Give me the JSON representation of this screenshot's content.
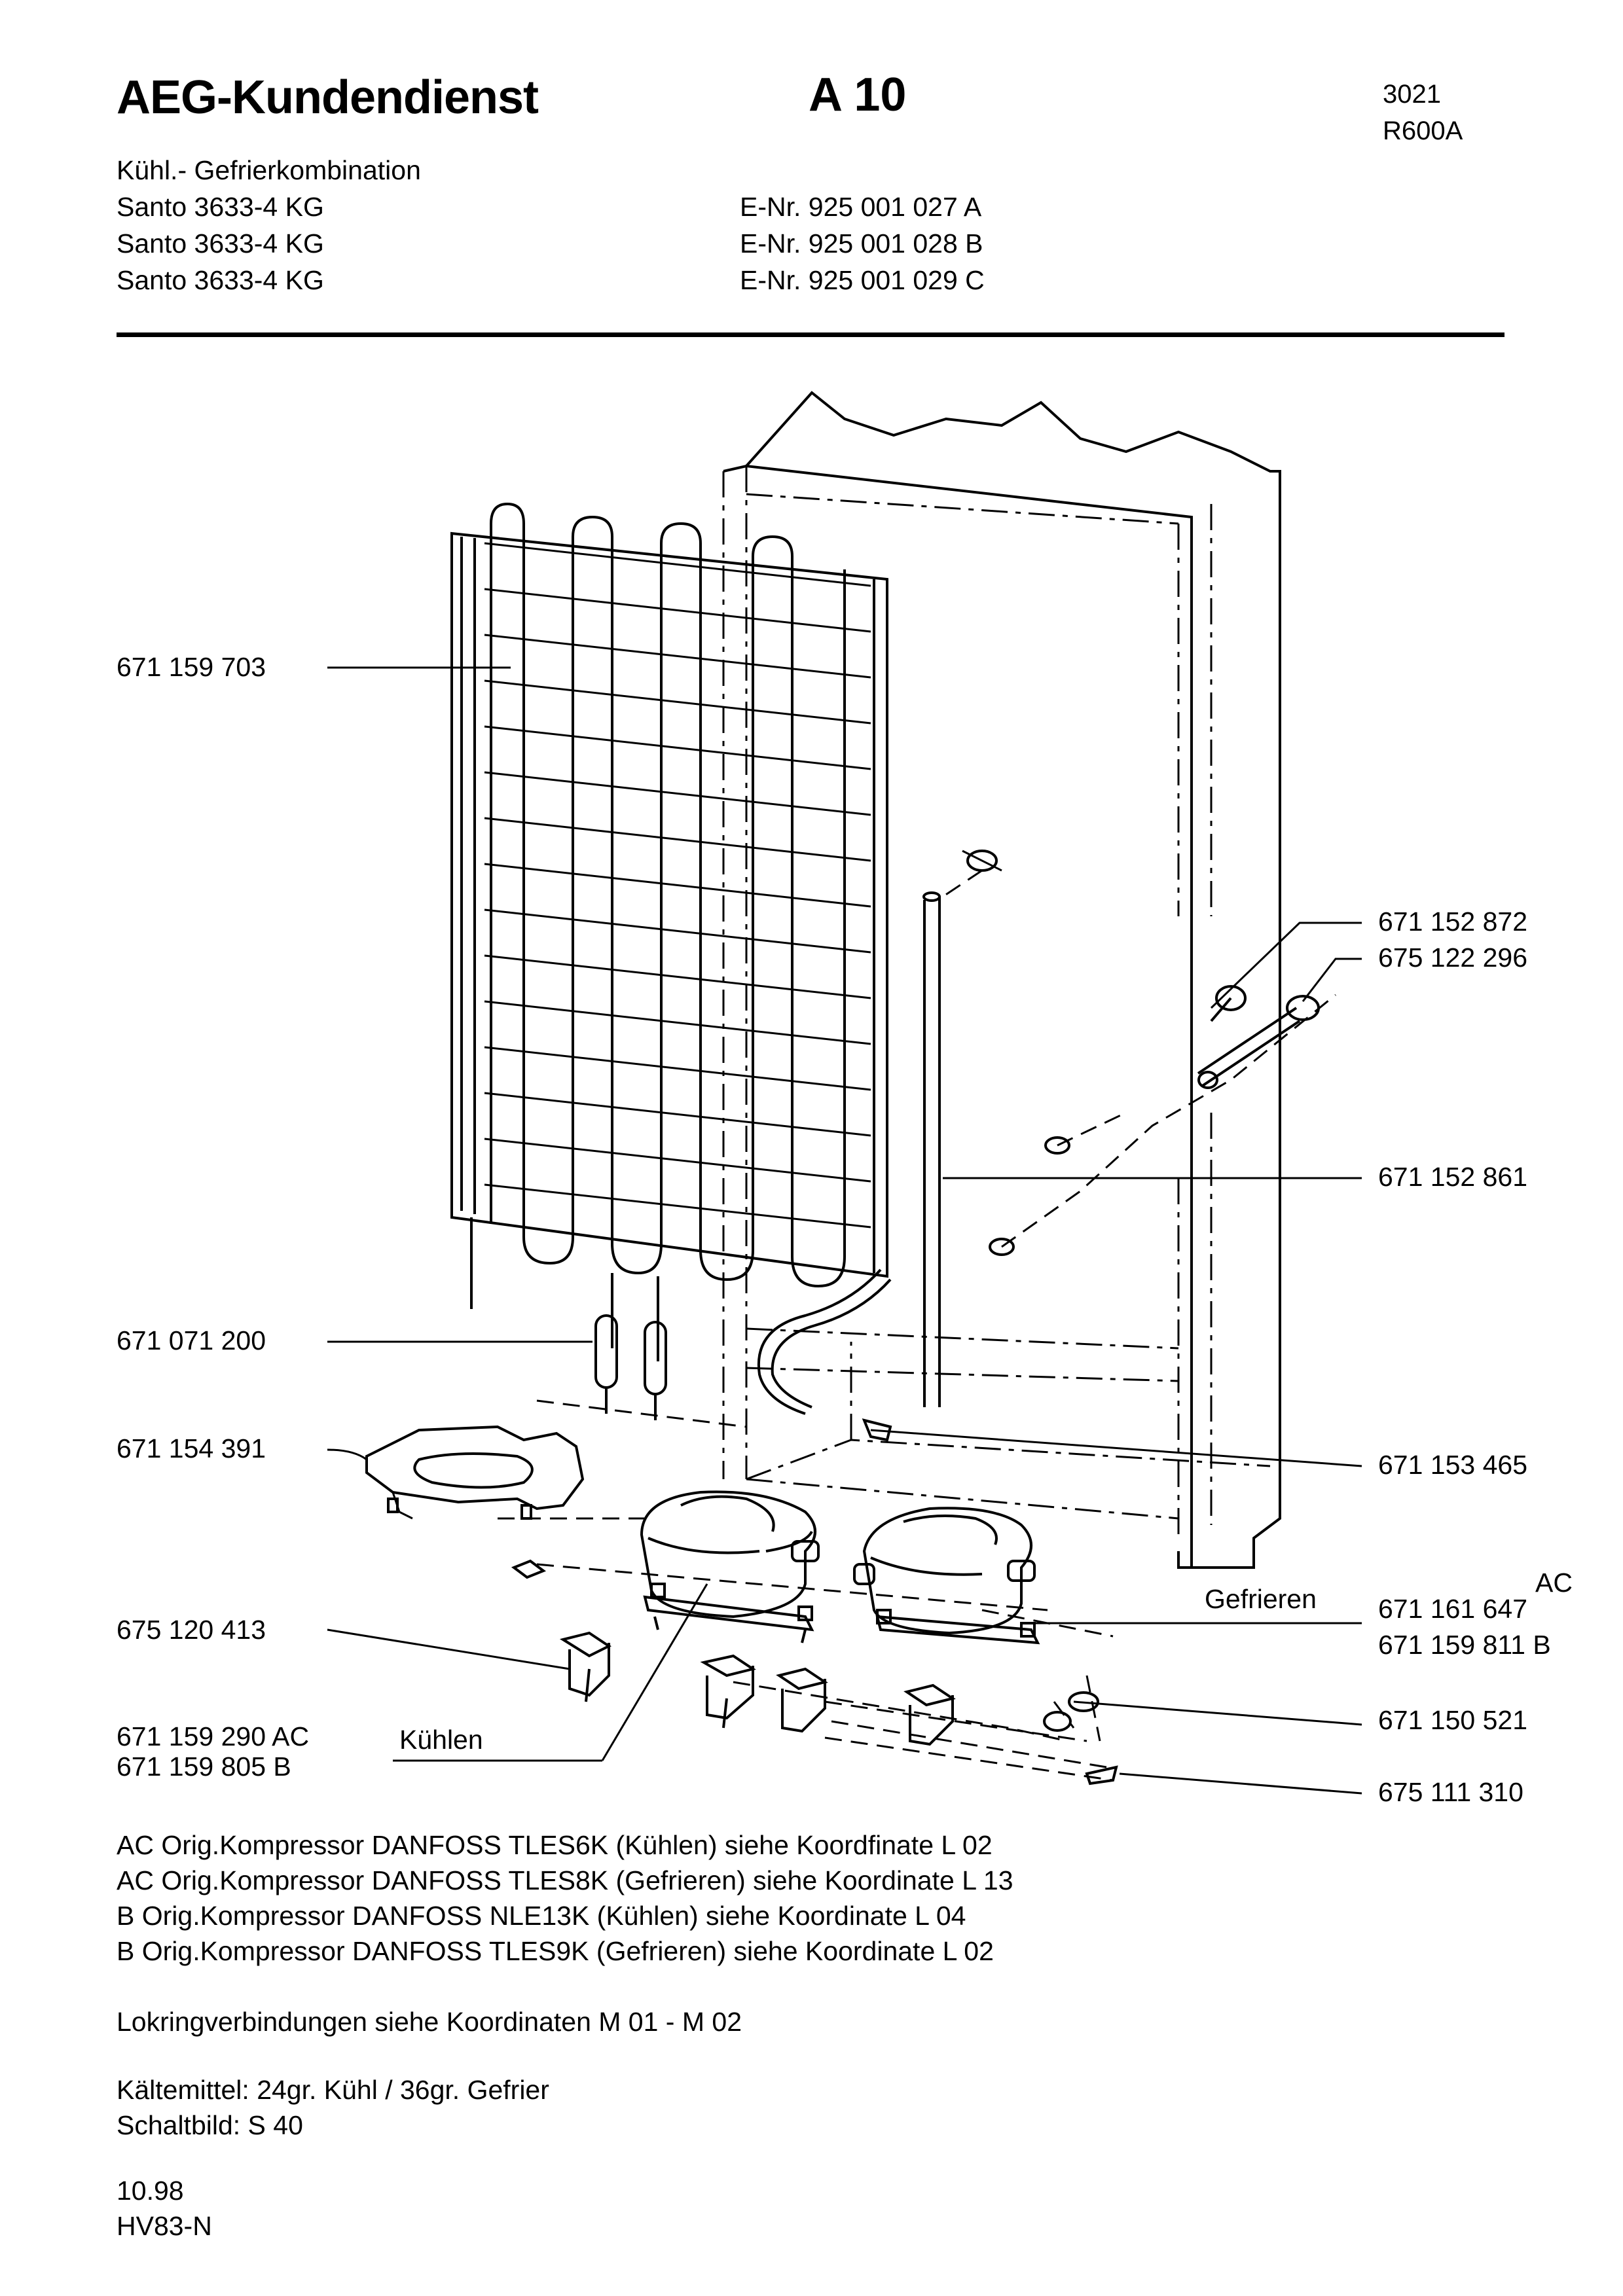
{
  "header": {
    "brand": "AEG-Kundendienst",
    "page_code": "A 10",
    "doc_code_1": "3021",
    "doc_code_2": "R600A"
  },
  "appliance": {
    "type": "Kühl.- Gefrierkombination",
    "models": [
      {
        "name": "Santo 3633-4 KG",
        "enr": "E-Nr. 925 001 027 A"
      },
      {
        "name": "Santo 3633-4 KG",
        "enr": "E-Nr. 925 001 028 B"
      },
      {
        "name": "Santo 3633-4 KG",
        "enr": "E-Nr. 925 001 029 C"
      }
    ]
  },
  "parts_left": {
    "p1": "671 159 703",
    "p2": "671 071 200",
    "p3": "671 154 391",
    "p4": "675 120 413",
    "p5a": "671 159 290 AC",
    "p5b": "671 159 805 B",
    "kuehlen": "Kühlen"
  },
  "parts_right": {
    "p1": "671 152 872",
    "p2": "675 122 296",
    "p3": "671 152 861",
    "p4": "671 153 465",
    "ac": "AC",
    "gefrieren": "Gefrieren",
    "p5a": "671 161 647",
    "p5b": "671 159 811 B",
    "p6": "671 150 521",
    "p7": "675 111 310"
  },
  "notes": {
    "compressors": [
      "AC   Orig.Kompressor DANFOSS TLES6K (Kühlen) siehe Koordfinate L 02",
      "AC   Orig.Kompressor DANFOSS TLES8K (Gefrieren) siehe Koordinate L 13",
      "B  Orig.Kompressor DANFOSS NLE13K (Kühlen) siehe Koordinate L 04",
      "B  Orig.Kompressor DANFOSS TLES9K (Gefrieren) siehe Koordinate L 02"
    ],
    "lokring": "Lokringverbindungen siehe Koordinaten M 01 - M 02",
    "kaeltemittel": "Kältemittel: 24gr. Kühl / 36gr. Gefrier",
    "schaltbild": "Schaltbild: S 40",
    "date": "10.98",
    "code": "HV83-N"
  }
}
